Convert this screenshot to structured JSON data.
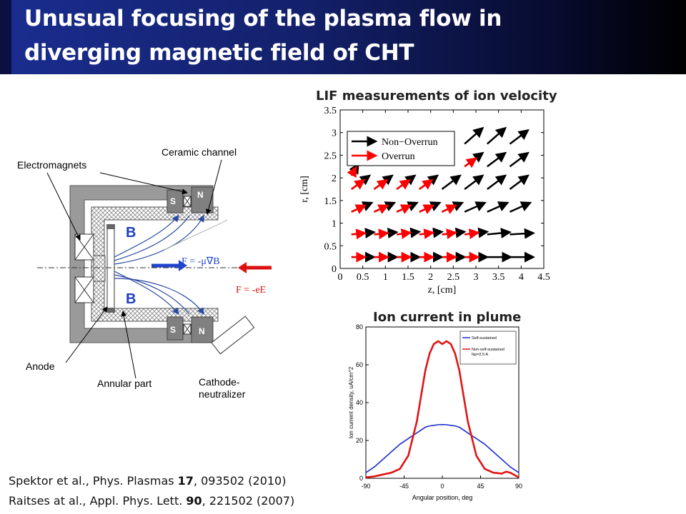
{
  "slide": {
    "title_line1": "Unusual focusing of the plasma flow in",
    "title_line2": "diverging magnetic field of CHT",
    "colors": {
      "title_bg": "#13206a",
      "title_text": "#ffffff"
    }
  },
  "diagram": {
    "labels": {
      "ceramic": "Ceramic channel",
      "electromagnets": "Electromagnets",
      "anode": "Anode",
      "annular": "Annular part",
      "cathode1": "Cathode-",
      "cathode2": "neutralizer",
      "b_top": "B",
      "b_bottom": "B",
      "s_top": "S",
      "n_top": "N",
      "s_bottom": "S",
      "n_bottom": "N",
      "force_grad": "F = -μ∇B",
      "force_e": "F = -eE"
    },
    "colors": {
      "b_label": "#1f3fbf",
      "force_grad": "#2244cc",
      "force_e": "#dd1111",
      "field_line": "#2a4aa0"
    }
  },
  "lif": {
    "title": "LIF measurements of ion velocity",
    "chart_data": {
      "type": "scatter",
      "subtype": "vector-field",
      "title": "LIF measurements of ion velocity",
      "xlabel": "z, [cm]",
      "ylabel": "r, [cm]",
      "xlim": [
        0,
        4.5
      ],
      "ylim": [
        0,
        3.5
      ],
      "xticks": [
        "0",
        "0.5",
        "1",
        "1.5",
        "2",
        "2.5",
        "3",
        "3.5",
        "4",
        "4.5"
      ],
      "yticks": [
        "0",
        "0.5",
        "1",
        "1.5",
        "2",
        "2.5",
        "3",
        "3.5"
      ],
      "legend": {
        "placement": "top-left",
        "entries": [
          {
            "name": "Non−Overrun",
            "color": "#000000"
          },
          {
            "name": "Overrun",
            "color": "#ff0000"
          }
        ]
      },
      "series": [
        {
          "name": "Non−Overrun",
          "color": "#000000",
          "vectors": [
            {
              "z": 0.25,
              "r": 0.25,
              "dz": 0.5,
              "dr": 0
            },
            {
              "z": 0.75,
              "r": 0.25,
              "dz": 0.5,
              "dr": 0
            },
            {
              "z": 1.25,
              "r": 0.25,
              "dz": 0.5,
              "dr": 0
            },
            {
              "z": 1.75,
              "r": 0.25,
              "dz": 0.5,
              "dr": 0
            },
            {
              "z": 2.25,
              "r": 0.25,
              "dz": 0.5,
              "dr": 0
            },
            {
              "z": 2.75,
              "r": 0.25,
              "dz": 0.5,
              "dr": 0
            },
            {
              "z": 3.25,
              "r": 0.25,
              "dz": 0.52,
              "dr": 0
            },
            {
              "z": 3.75,
              "r": 0.25,
              "dz": 0.52,
              "dr": 0
            },
            {
              "z": 0.25,
              "r": 0.75,
              "dz": 0.5,
              "dr": 0.05
            },
            {
              "z": 0.75,
              "r": 0.75,
              "dz": 0.5,
              "dr": 0.05
            },
            {
              "z": 1.25,
              "r": 0.75,
              "dz": 0.5,
              "dr": 0.06
            },
            {
              "z": 1.75,
              "r": 0.75,
              "dz": 0.5,
              "dr": 0.06
            },
            {
              "z": 2.25,
              "r": 0.75,
              "dz": 0.5,
              "dr": 0.06
            },
            {
              "z": 2.75,
              "r": 0.75,
              "dz": 0.5,
              "dr": 0.06
            },
            {
              "z": 3.25,
              "r": 0.75,
              "dz": 0.5,
              "dr": 0.05
            },
            {
              "z": 3.75,
              "r": 0.75,
              "dz": 0.52,
              "dr": 0.03
            },
            {
              "z": 0.25,
              "r": 1.25,
              "dz": 0.45,
              "dr": 0.2
            },
            {
              "z": 0.75,
              "r": 1.25,
              "dz": 0.45,
              "dr": 0.2
            },
            {
              "z": 1.25,
              "r": 1.25,
              "dz": 0.45,
              "dr": 0.2
            },
            {
              "z": 1.75,
              "r": 1.25,
              "dz": 0.45,
              "dr": 0.2
            },
            {
              "z": 2.25,
              "r": 1.25,
              "dz": 0.45,
              "dr": 0.2
            },
            {
              "z": 2.75,
              "r": 1.25,
              "dz": 0.45,
              "dr": 0.2
            },
            {
              "z": 3.25,
              "r": 1.25,
              "dz": 0.45,
              "dr": 0.2
            },
            {
              "z": 3.75,
              "r": 1.25,
              "dz": 0.45,
              "dr": 0.2
            },
            {
              "z": 0.25,
              "r": 1.75,
              "dz": 0.4,
              "dr": 0.3
            },
            {
              "z": 0.75,
              "r": 1.75,
              "dz": 0.4,
              "dr": 0.3
            },
            {
              "z": 1.25,
              "r": 1.75,
              "dz": 0.4,
              "dr": 0.3
            },
            {
              "z": 1.75,
              "r": 1.75,
              "dz": 0.4,
              "dr": 0.3
            },
            {
              "z": 2.25,
              "r": 1.75,
              "dz": 0.4,
              "dr": 0.3
            },
            {
              "z": 2.75,
              "r": 1.75,
              "dz": 0.4,
              "dr": 0.3
            },
            {
              "z": 3.25,
              "r": 1.75,
              "dz": 0.4,
              "dr": 0.3
            },
            {
              "z": 3.75,
              "r": 1.75,
              "dz": 0.4,
              "dr": 0.3
            },
            {
              "z": 0.25,
              "r": 2.05,
              "dz": 0.15,
              "dr": 0.25
            },
            {
              "z": 2.75,
              "r": 2.25,
              "dz": 0.4,
              "dr": 0.3
            },
            {
              "z": 3.25,
              "r": 2.25,
              "dz": 0.4,
              "dr": 0.3
            },
            {
              "z": 3.75,
              "r": 2.25,
              "dz": 0.4,
              "dr": 0.3
            },
            {
              "z": 2.75,
              "r": 2.75,
              "dz": 0.4,
              "dr": 0.35
            },
            {
              "z": 3.25,
              "r": 2.75,
              "dz": 0.4,
              "dr": 0.35
            },
            {
              "z": 3.75,
              "r": 2.75,
              "dz": 0.4,
              "dr": 0.3
            }
          ]
        },
        {
          "name": "Overrun",
          "color": "#ff0000",
          "vectors": [
            {
              "z": 0.25,
              "r": 0.25,
              "dz": 0.3,
              "dr": 0
            },
            {
              "z": 0.75,
              "r": 0.25,
              "dz": 0.3,
              "dr": 0
            },
            {
              "z": 1.25,
              "r": 0.25,
              "dz": 0.3,
              "dr": 0
            },
            {
              "z": 1.75,
              "r": 0.25,
              "dz": 0.3,
              "dr": 0
            },
            {
              "z": 2.25,
              "r": 0.25,
              "dz": 0.3,
              "dr": 0
            },
            {
              "z": 2.75,
              "r": 0.25,
              "dz": 0.3,
              "dr": 0
            },
            {
              "z": 0.25,
              "r": 0.75,
              "dz": 0.3,
              "dr": 0.03
            },
            {
              "z": 0.75,
              "r": 0.75,
              "dz": 0.3,
              "dr": 0.03
            },
            {
              "z": 1.25,
              "r": 0.75,
              "dz": 0.3,
              "dr": 0.04
            },
            {
              "z": 1.75,
              "r": 0.75,
              "dz": 0.3,
              "dr": 0.04
            },
            {
              "z": 2.25,
              "r": 0.75,
              "dz": 0.3,
              "dr": 0.04
            },
            {
              "z": 2.75,
              "r": 0.75,
              "dz": 0.3,
              "dr": 0.04
            },
            {
              "z": 0.25,
              "r": 1.25,
              "dz": 0.3,
              "dr": 0.14
            },
            {
              "z": 0.75,
              "r": 1.25,
              "dz": 0.3,
              "dr": 0.14
            },
            {
              "z": 1.25,
              "r": 1.25,
              "dz": 0.3,
              "dr": 0.14
            },
            {
              "z": 1.75,
              "r": 1.25,
              "dz": 0.3,
              "dr": 0.14
            },
            {
              "z": 2.25,
              "r": 1.25,
              "dz": 0.3,
              "dr": 0.14
            },
            {
              "z": 0.25,
              "r": 1.75,
              "dz": 0.28,
              "dr": 0.2
            },
            {
              "z": 0.75,
              "r": 1.75,
              "dz": 0.28,
              "dr": 0.2
            },
            {
              "z": 1.25,
              "r": 1.75,
              "dz": 0.28,
              "dr": 0.2
            },
            {
              "z": 1.75,
              "r": 1.75,
              "dz": 0.28,
              "dr": 0.2
            },
            {
              "z": 0.25,
              "r": 2.05,
              "dz": 0.1,
              "dr": 0.18
            },
            {
              "z": 2.75,
              "r": 2.25,
              "dz": 0.25,
              "dr": 0.18
            }
          ]
        }
      ]
    }
  },
  "plume": {
    "title": "Ion current in plume",
    "chart_data": {
      "type": "line",
      "title": "Ion current in plume",
      "xlabel": "Angular position, deg",
      "ylabel": "Ion current density, uA/cm^2",
      "xlim": [
        -90,
        90
      ],
      "ylim": [
        0,
        80
      ],
      "xticks": [
        "-90",
        "-45",
        "0",
        "45",
        "90"
      ],
      "yticks": [
        "0",
        "20",
        "40",
        "60",
        "80"
      ],
      "legend": {
        "placement": "top-right",
        "entries": [
          {
            "name": "Self-sustained"
          },
          {
            "name": "Non-self-sustained Ikp=2.5 A"
          }
        ]
      },
      "x": [
        -90,
        -80,
        -70,
        -60,
        -50,
        -40,
        -30,
        -20,
        -15,
        -10,
        -5,
        0,
        5,
        10,
        15,
        20,
        30,
        40,
        50,
        60,
        70,
        75,
        80,
        90
      ],
      "series": [
        {
          "name": "Self-sustained",
          "color": "#1a2fd0",
          "values": [
            3,
            6,
            10,
            14,
            18,
            21,
            24,
            27,
            27.7,
            28,
            28.3,
            28.4,
            28.3,
            28,
            27.7,
            27,
            24,
            21,
            18,
            14,
            10,
            8,
            6,
            3
          ]
        },
        {
          "name": "Non-self-sustained Ikp=2.5 A",
          "color": "#e01515",
          "values": [
            0.5,
            1,
            2,
            3,
            5,
            12,
            30,
            57,
            66,
            71,
            72.5,
            71,
            72.5,
            71,
            66,
            57,
            30,
            12,
            5,
            3,
            2.5,
            3.5,
            3,
            0.5
          ]
        }
      ]
    }
  },
  "citations": {
    "line1_pre": "Spektor et al., Phys. Plasmas ",
    "line1_bold": "17",
    "line1_post": ", 093502 (2010)",
    "line2_pre": "Raitses at al., Appl. Phys. Lett. ",
    "line2_bold": "90",
    "line2_post": ", 221502 (2007)"
  }
}
